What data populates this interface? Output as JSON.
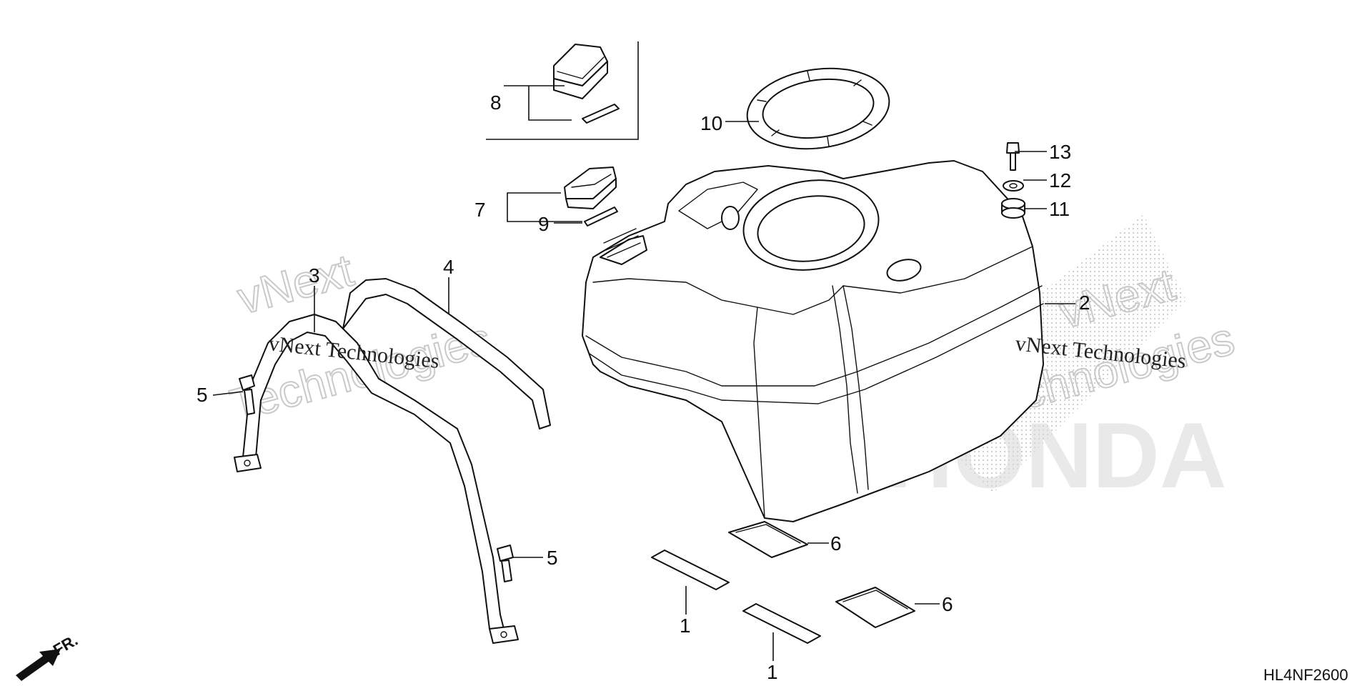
{
  "diagram": {
    "code": "HL4NF2600",
    "direction_label": "FR.",
    "watermark": {
      "line_a": "vNext Technologies",
      "line_b": "vNext",
      "line_c": "Technologies"
    },
    "brand_logo": "HONDA",
    "callouts": [
      {
        "id": "c1a",
        "label": "1"
      },
      {
        "id": "c1b",
        "label": "1"
      },
      {
        "id": "c2",
        "label": "2"
      },
      {
        "id": "c3",
        "label": "3"
      },
      {
        "id": "c4",
        "label": "4"
      },
      {
        "id": "c5a",
        "label": "5"
      },
      {
        "id": "c5b",
        "label": "5"
      },
      {
        "id": "c6a",
        "label": "6"
      },
      {
        "id": "c6b",
        "label": "6"
      },
      {
        "id": "c7",
        "label": "7"
      },
      {
        "id": "c8",
        "label": "8"
      },
      {
        "id": "c9",
        "label": "9"
      },
      {
        "id": "c10",
        "label": "10"
      },
      {
        "id": "c11",
        "label": "11"
      },
      {
        "id": "c12",
        "label": "12"
      },
      {
        "id": "c13",
        "label": "13"
      }
    ]
  }
}
